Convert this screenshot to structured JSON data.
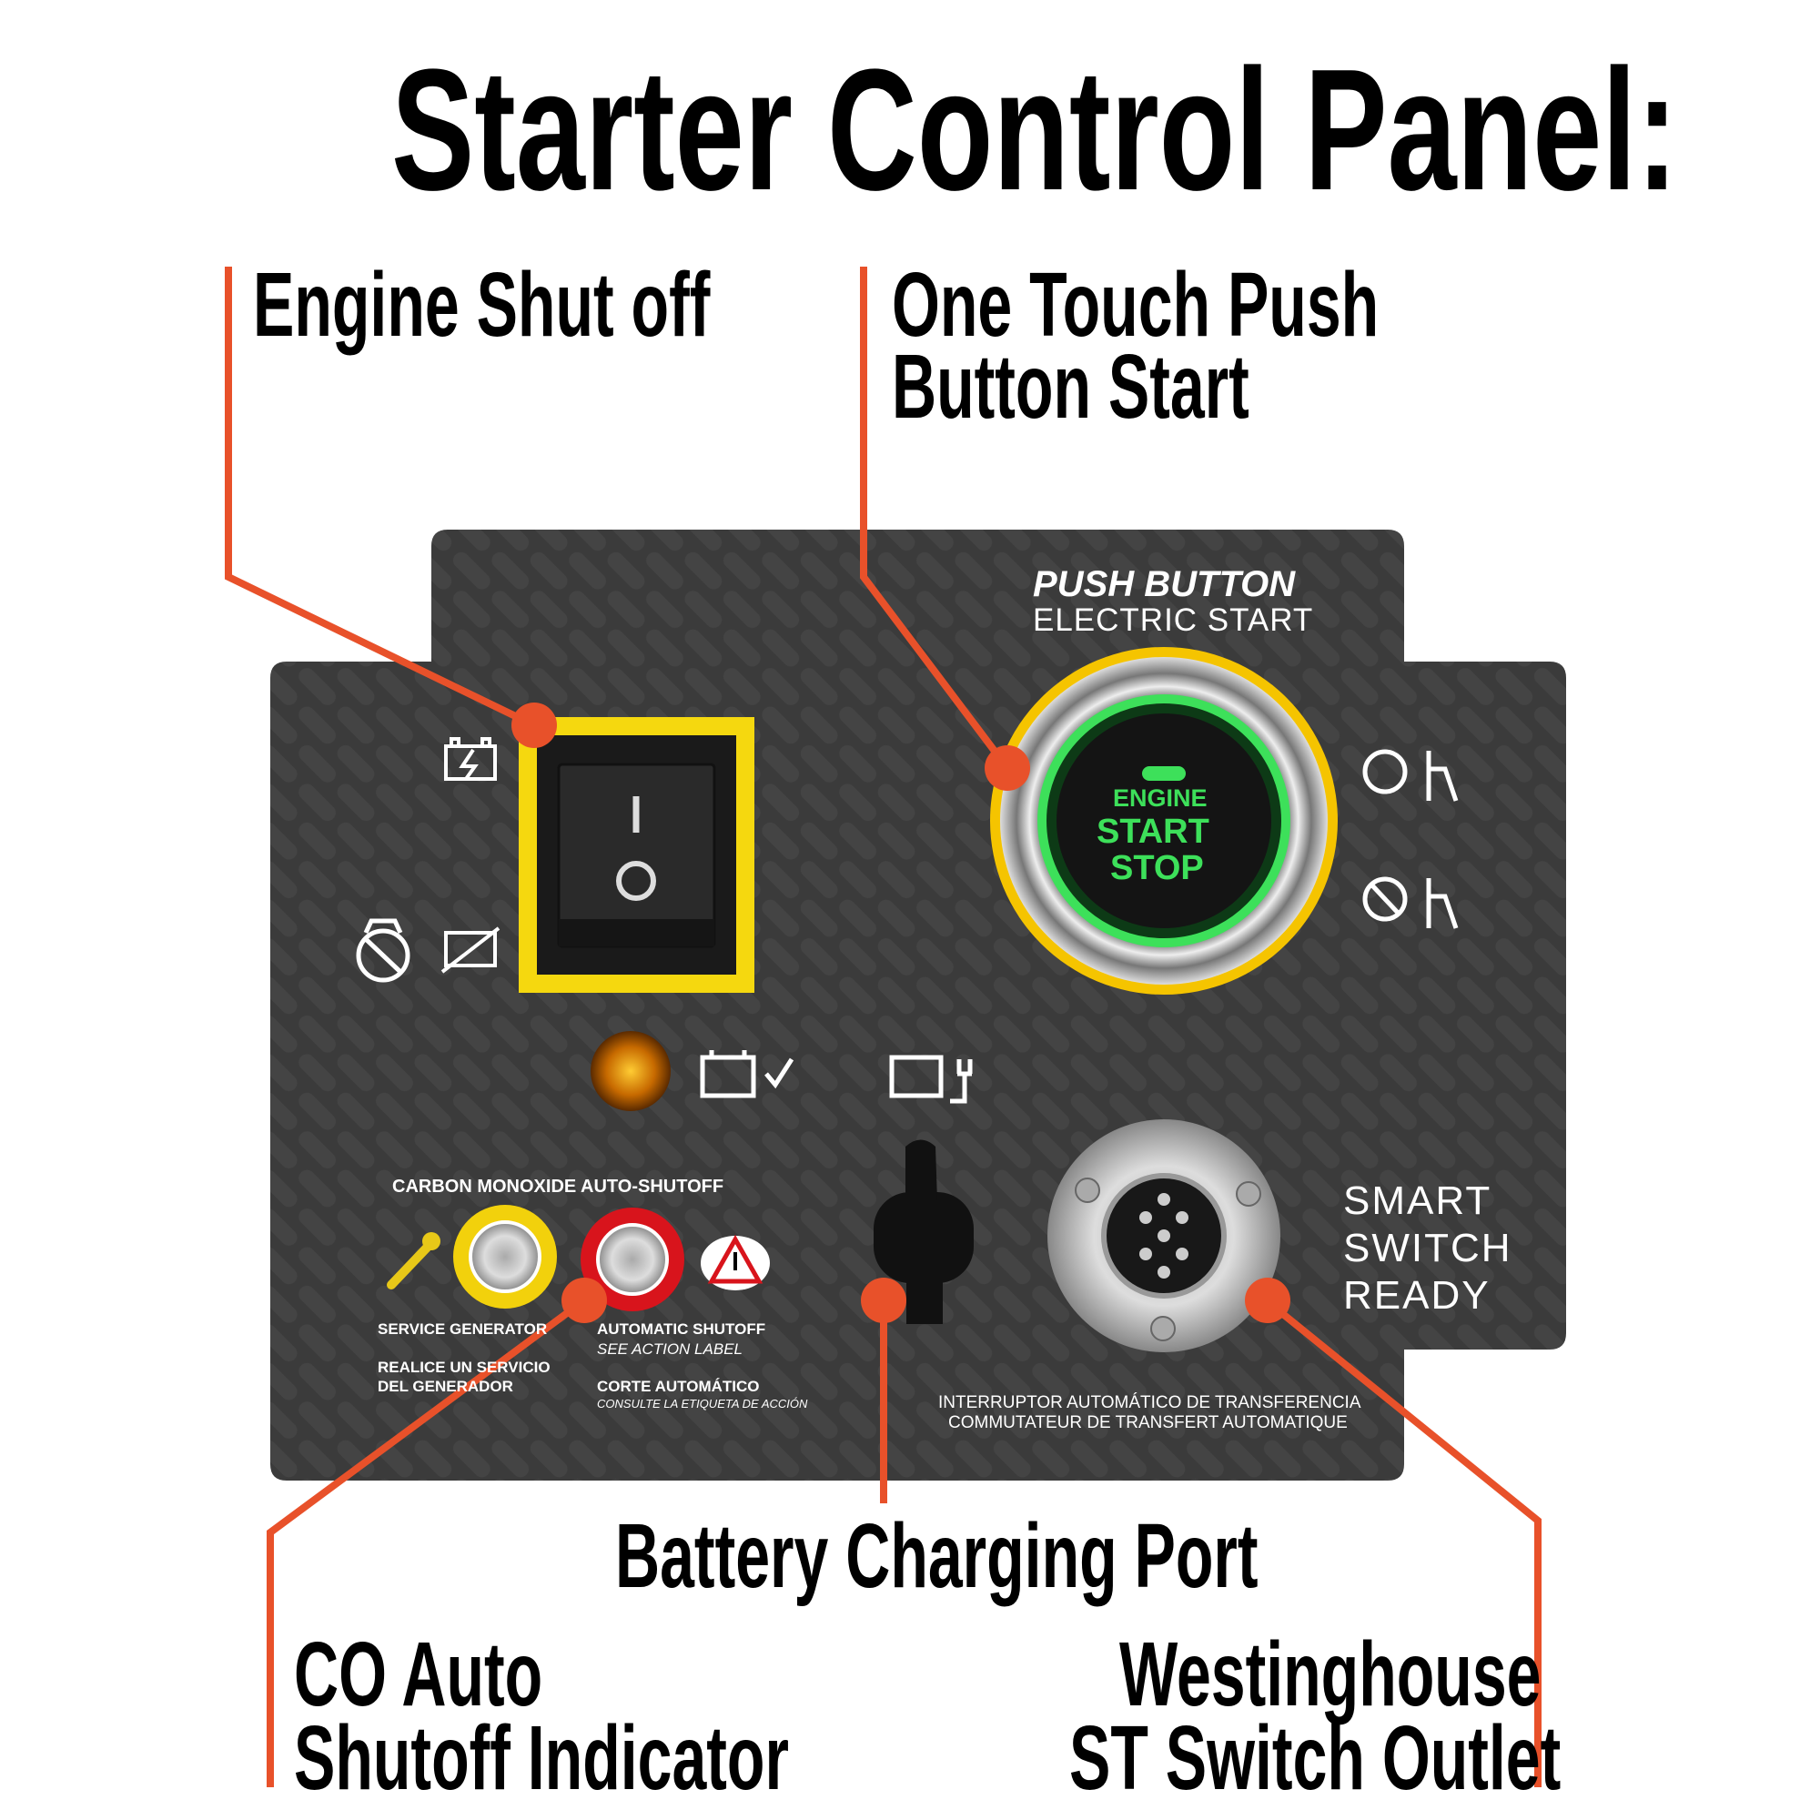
{
  "title": "Starter Control Panel:",
  "callouts": {
    "engine_shutoff": "Engine Shut off",
    "push_start": [
      "One Touch Push",
      "Button Start"
    ],
    "battery_port": "Battery Charging Port",
    "co_indicator": [
      "CO Auto",
      "Shutoff Indicator"
    ],
    "st_outlet": [
      "Westinghouse",
      "ST Switch Outlet"
    ]
  },
  "panel": {
    "push_button": "PUSH BUTTON",
    "electric_start": "ELECTRIC START",
    "button_text": [
      "ENGINE",
      "START",
      "STOP"
    ],
    "switch_on": "I",
    "switch_off": "O",
    "co_heading": "CARBON MONOXIDE AUTO-SHUTOFF",
    "service": "SERVICE GENERATOR",
    "service_es": [
      "REALICE UN SERVICIO",
      "DEL GENERADOR"
    ],
    "auto_shutoff": "AUTOMATIC SHUTOFF",
    "see_label": "SEE ACTION LABEL",
    "corte": "CORTE AUTOMÁTICO",
    "consulte": "CONSULTE LA ETIQUETA DE ACCIÓN",
    "smart": [
      "SMART",
      "SWITCH",
      "READY"
    ],
    "transfer": [
      "INTERRUPTOR AUTOMÁTICO DE TRANSFERENCIA",
      "COMMUTATEUR DE TRANSFERT AUTOMATIQUE"
    ]
  },
  "colors": {
    "callout": "#e8512a",
    "panel": "#3b3b3b",
    "switch_bezel": "#f5d80f",
    "button_glow": "#3de05a",
    "co_service": "#f2d10c",
    "co_shutoff": "#d8141c"
  }
}
